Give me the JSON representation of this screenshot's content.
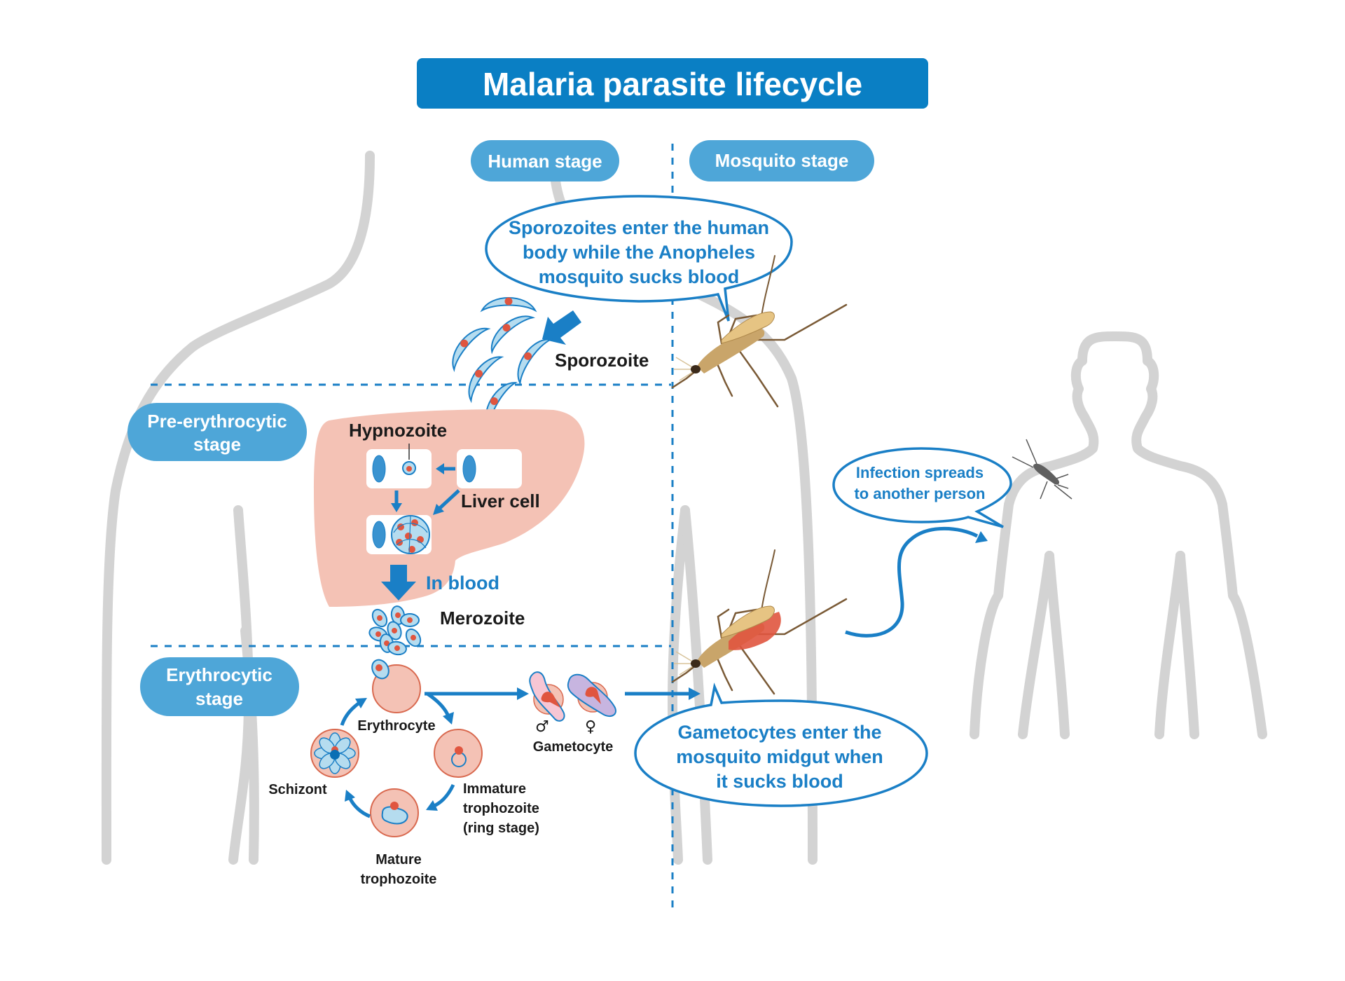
{
  "title": "Malaria parasite lifecycle",
  "stages": {
    "human": "Human stage",
    "mosquito": "Mosquito stage",
    "pre_erythrocytic_line1": "Pre-erythrocytic",
    "pre_erythrocytic_line2": "stage",
    "erythrocytic_line1": "Erythrocytic",
    "erythrocytic_line2": "stage"
  },
  "bubbles": {
    "sporozoite_entry": [
      "Sporozoites enter the human",
      "body while the Anopheles",
      "mosquito sucks blood"
    ],
    "gametocyte_entry": [
      "Gametocytes enter the",
      "mosquito midgut when",
      "it sucks blood"
    ],
    "infection_spread": [
      "Infection spreads",
      "to another person"
    ]
  },
  "labels": {
    "sporozoite": "Sporozoite",
    "hypnozoite": "Hypnozoite",
    "liver_cell": "Liver cell",
    "in_blood": "In blood",
    "merozoite": "Merozoite",
    "erythrocyte": "Erythrocyte",
    "immature_trophozoite": [
      "Immature",
      "trophozoite",
      "(ring stage)"
    ],
    "mature_trophozoite": [
      "Mature",
      "trophozoite"
    ],
    "schizont": "Schizont",
    "gametocyte": "Gametocyte",
    "male_symbol": "♂",
    "female_symbol": "♀"
  },
  "colors": {
    "title_bg": "#0a7fc4",
    "pill_bg": "#4ea6d8",
    "accent_blue": "#1a7fc6",
    "liver": "#f4c2b5",
    "outline_gray": "#d3d3d3",
    "mosquito_body": "#c9a56a",
    "blood": "#e0553f"
  },
  "icons": {
    "mosquito": "mosquito-icon",
    "human_body": "human-silhouette-icon"
  }
}
